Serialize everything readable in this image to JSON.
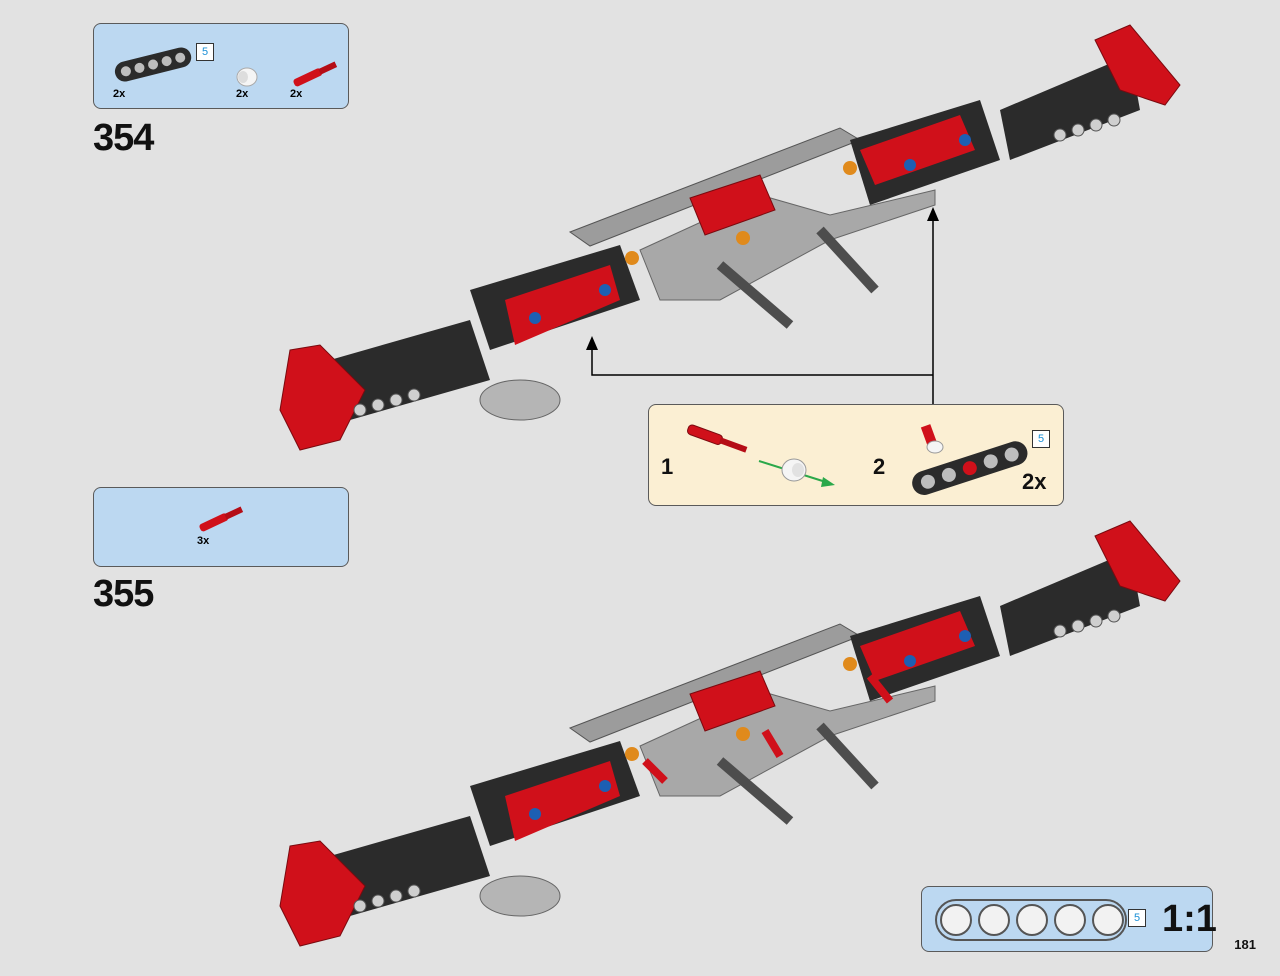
{
  "steps": [
    {
      "number": "354",
      "parts": [
        {
          "name": "black-beam-5",
          "qty": "2x",
          "length_tag": "5"
        },
        {
          "name": "white-bushing",
          "qty": "2x"
        },
        {
          "name": "red-axle-pin",
          "qty": "2x"
        }
      ]
    },
    {
      "number": "355",
      "parts": [
        {
          "name": "red-axle-pin",
          "qty": "3x"
        }
      ]
    }
  ],
  "callout": {
    "substep_1": "1",
    "substep_2": "2",
    "length_tag": "5",
    "multiplier": "2x"
  },
  "scale_ruler": {
    "length_tag": "5",
    "label": "1:1"
  },
  "page_number": "181",
  "colors": {
    "parts_box": "#bcd8f1",
    "callout_box": "#fbefd3",
    "brick_red": "#d0101a",
    "brick_black": "#2b2b2b",
    "brick_gray": "#9c9c9c",
    "brick_blue": "#1d5fb3",
    "brick_orange": "#e08a1c"
  }
}
